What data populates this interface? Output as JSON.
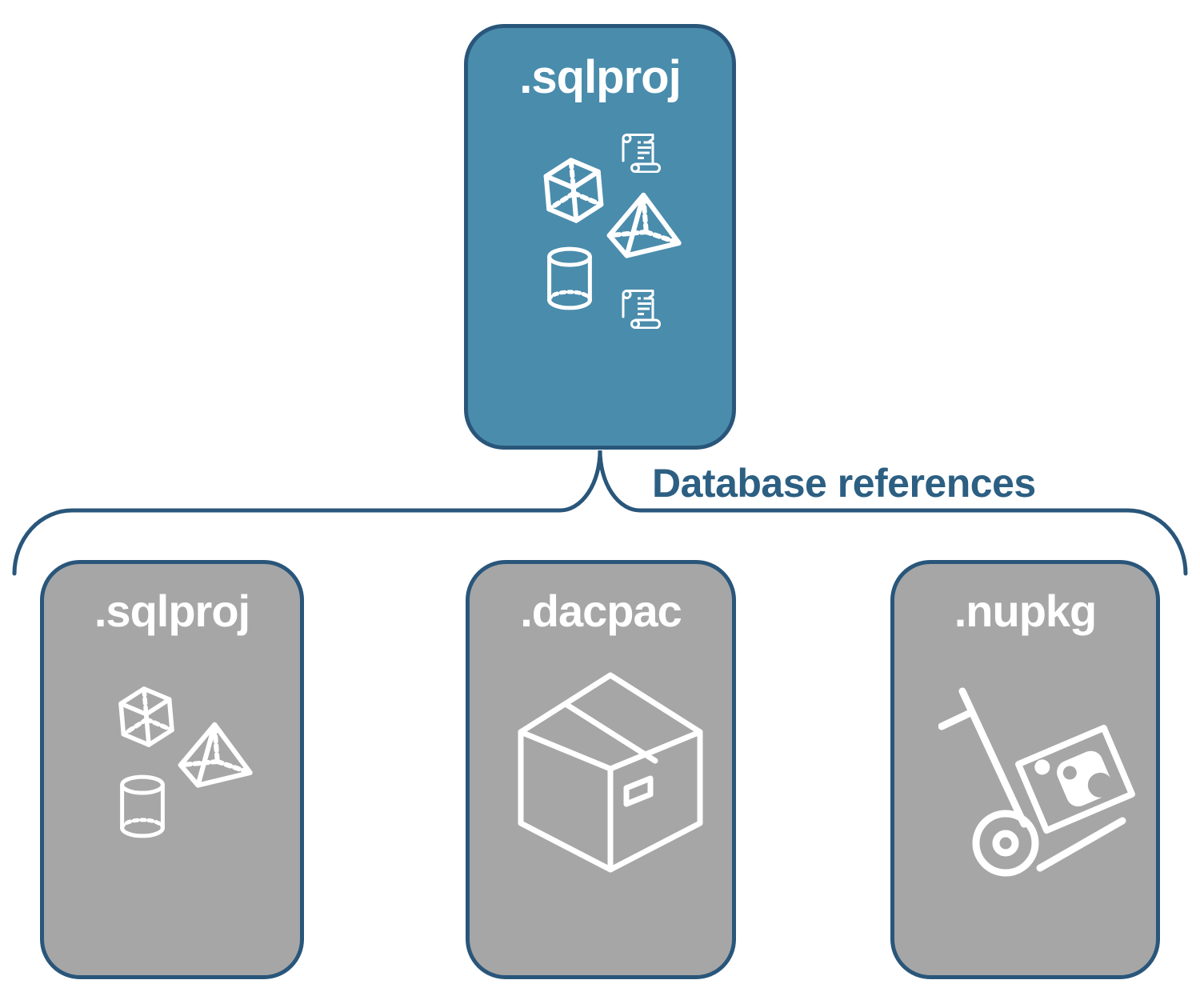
{
  "diagram": {
    "connector_label": "Database references",
    "top_node": {
      "label": ".sqlproj",
      "icons": [
        "script-scroll-icon",
        "cube-icon",
        "pyramid-icon",
        "cylinder-icon",
        "script-scroll-icon"
      ]
    },
    "child_nodes": [
      {
        "label": ".sqlproj",
        "icons": [
          "cube-icon",
          "pyramid-icon",
          "cylinder-icon"
        ]
      },
      {
        "label": ".dacpac",
        "icons": [
          "package-box-icon"
        ]
      },
      {
        "label": ".nupkg",
        "icons": [
          "hand-truck-nuget-package-icon"
        ]
      }
    ],
    "colors": {
      "top_node_fill": "#4A8CAC",
      "child_node_fill": "#A6A6A6",
      "outline": "#29567A",
      "connector_label_text": "#2C5F82",
      "icon": "#FFFFFF",
      "background": "#FFFFFF"
    }
  }
}
